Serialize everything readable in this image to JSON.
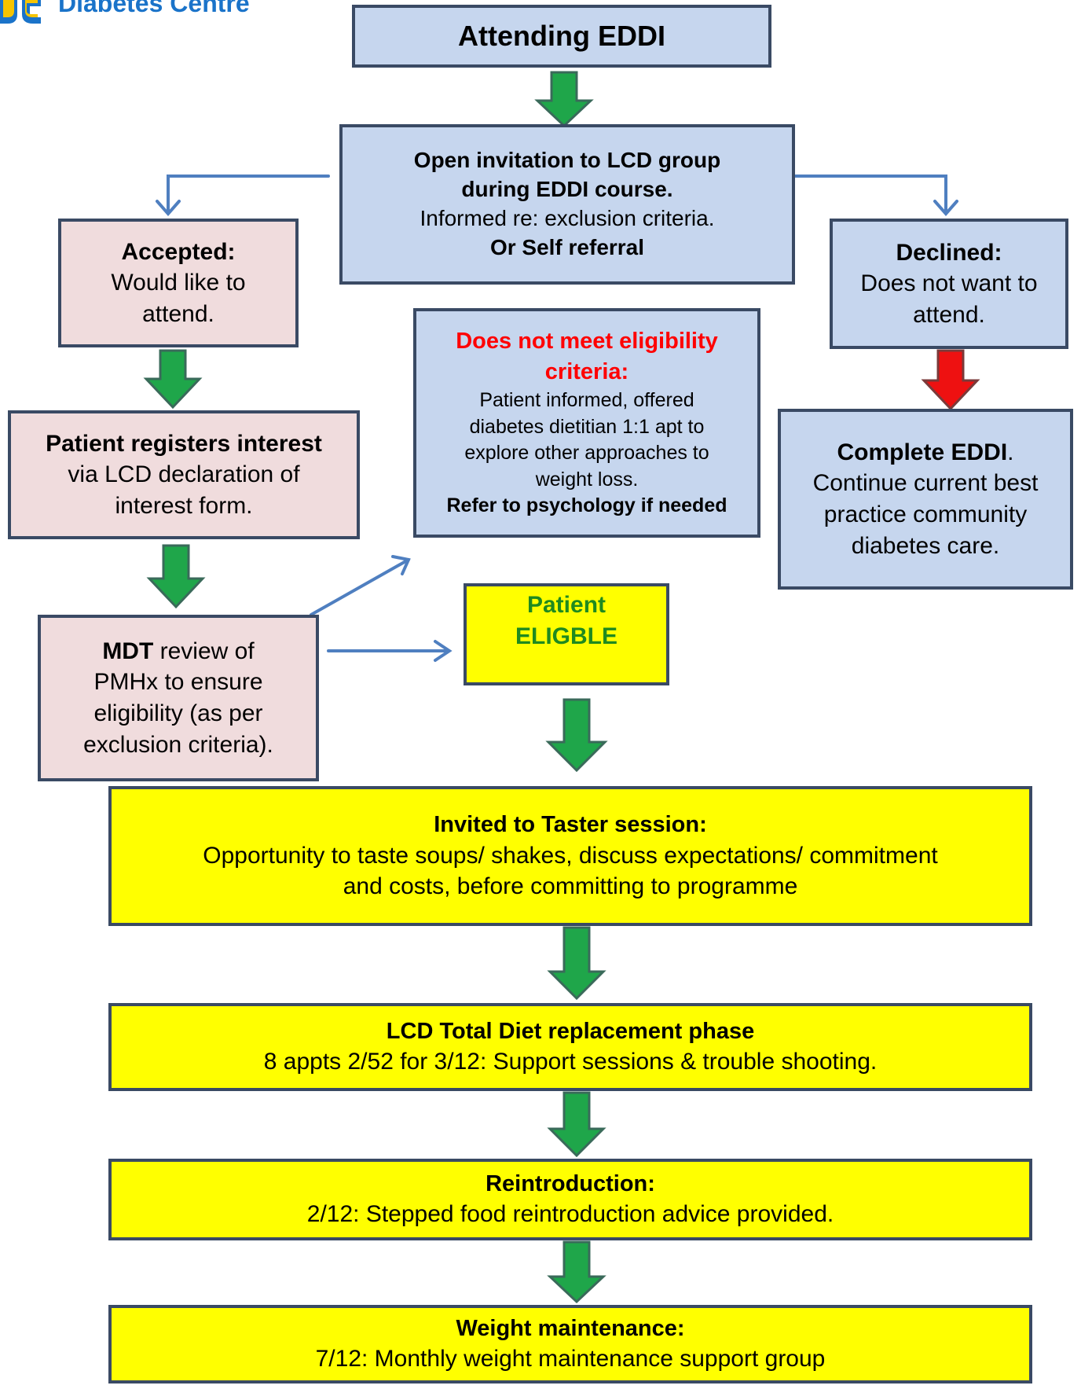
{
  "logo": {
    "text": "Diabetes Centre"
  },
  "nodes": {
    "attending": {
      "title": "Attending EDDI"
    },
    "invitation": {
      "line1": "Open invitation to LCD group",
      "line2": "during EDDI course.",
      "line3": "Informed re: exclusion criteria.",
      "line4": "Or Self referral"
    },
    "accepted": {
      "heading": "Accepted:",
      "line1": "Would like to",
      "line2": "attend."
    },
    "declined": {
      "heading": "Declined:",
      "line1": "Does not want to",
      "line2": "attend."
    },
    "not_eligible": {
      "heading1": "Does not meet eligibility",
      "heading2": "criteria:",
      "line1": "Patient informed, offered",
      "line2": "diabetes dietitian 1:1 apt to",
      "line3": "explore other approaches to",
      "line4": "weight loss.",
      "line5": "Refer to psychology if needed"
    },
    "registers": {
      "heading": "Patient registers interest",
      "line1": "via LCD declaration of",
      "line2": "interest form."
    },
    "complete": {
      "heading": "Complete EDDI",
      "dot": ".",
      "line1": "Continue current best",
      "line2": "practice community",
      "line3": "diabetes care."
    },
    "mdt": {
      "bold": "MDT",
      "line1_rest": " review of",
      "line2": "PMHx to ensure",
      "line3": "eligibility (as per",
      "line4": "exclusion criteria)."
    },
    "eligible": {
      "line1": "Patient",
      "line2": "ELIGBLE"
    },
    "taster": {
      "heading": "Invited to Taster session:",
      "line1": "Opportunity to taste soups/ shakes, discuss expectations/ commitment",
      "line2": "and costs, before committing to programme"
    },
    "tdr": {
      "heading": "LCD Total Diet replacement phase",
      "line1": "8 appts 2/52 for 3/12: Support sessions & trouble shooting."
    },
    "reintro": {
      "heading": "Reintroduction:",
      "line1": "2/12: Stepped food reintroduction advice provided."
    },
    "maintenance": {
      "heading": "Weight maintenance:",
      "line1": "7/12: Monthly weight maintenance support group"
    }
  },
  "colors": {
    "box_blue": "#c6d6ee",
    "box_pink": "#f0dcdd",
    "box_yellow": "#ffff00",
    "arrow_green": "#1fa64a",
    "arrow_red": "#ee1111",
    "connector_blue": "#4f7fc0"
  }
}
